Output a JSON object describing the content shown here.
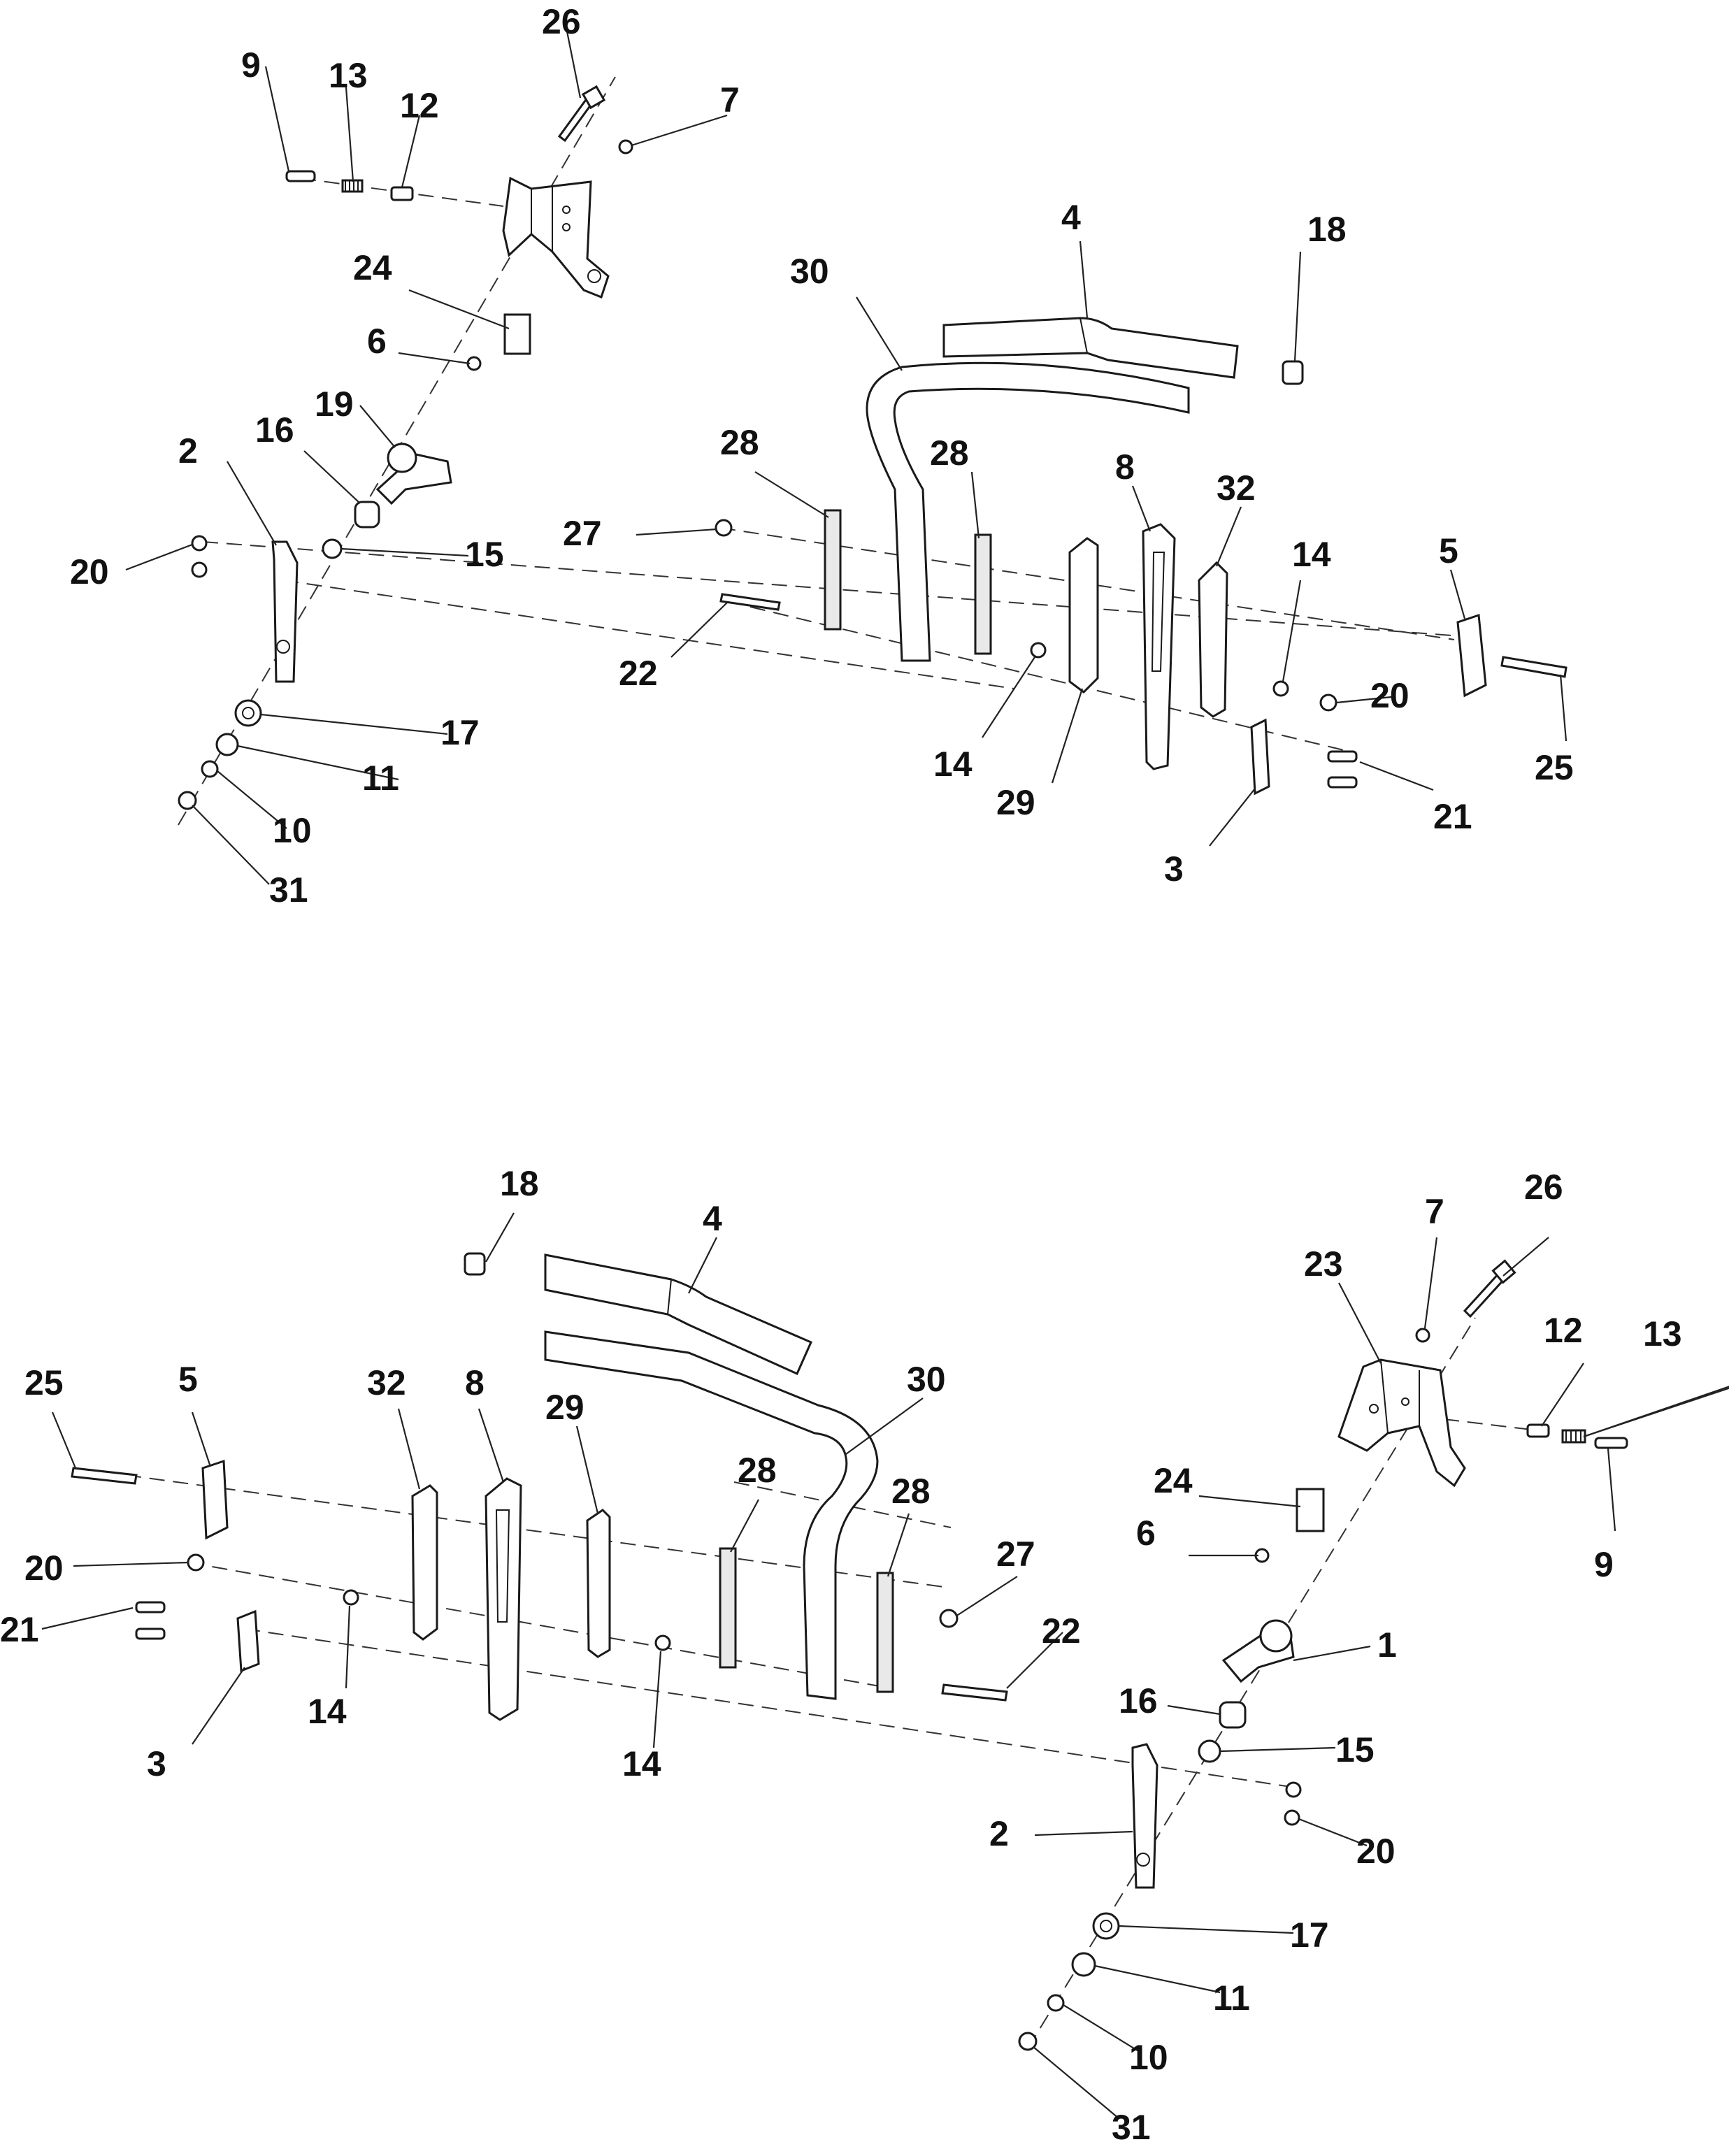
{
  "diagram": {
    "top_assembly": {
      "labels": [
        "26",
        "9",
        "13",
        "12",
        "7",
        "4",
        "18",
        "30",
        "24",
        "6",
        "19",
        "16",
        "2",
        "28",
        "28",
        "8",
        "32",
        "27",
        "14",
        "5",
        "20",
        "15",
        "22",
        "14",
        "20",
        "17",
        "29",
        "25",
        "11",
        "21",
        "10",
        "3",
        "31"
      ]
    },
    "bottom_assembly": {
      "labels": [
        "18",
        "4",
        "7",
        "26",
        "23",
        "30",
        "12",
        "13",
        "25",
        "5",
        "32",
        "8",
        "29",
        "28",
        "28",
        "24",
        "6",
        "27",
        "9",
        "20",
        "21",
        "22",
        "1",
        "14",
        "14",
        "3",
        "16",
        "15",
        "2",
        "20",
        "17",
        "11",
        "10",
        "31"
      ]
    }
  }
}
